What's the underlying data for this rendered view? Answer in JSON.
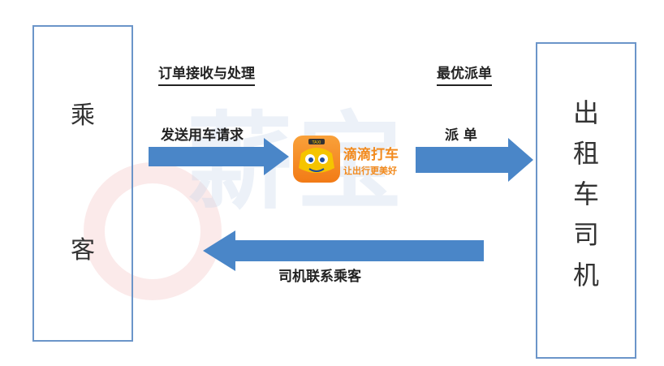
{
  "passenger": {
    "chars": [
      "乘",
      "客"
    ]
  },
  "driver": {
    "chars": [
      "出",
      "租",
      "车",
      "司",
      "机"
    ]
  },
  "labels": {
    "order_processing": "订单接收与处理",
    "best_dispatch": "最优派单",
    "send_request": "发送用车请求",
    "dispatch": "派 单",
    "driver_contacts": "司机联系乘客"
  },
  "logo": {
    "name": "滴滴打车",
    "slogan": "让出行更美好",
    "taxi_sign": "TAXI"
  },
  "watermark": {
    "text": "薪宝"
  },
  "colors": {
    "arrow": "#4a86c8",
    "box_border": "#6b95c9",
    "logo_orange": "#f28a1d"
  }
}
